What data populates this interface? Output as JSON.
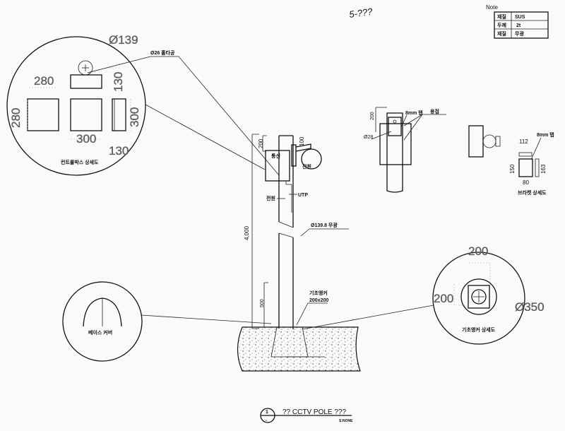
{
  "note": {
    "title": "Note",
    "rows": [
      {
        "key": "재질",
        "value": "SUS"
      },
      {
        "key": "두께",
        "value": "2t"
      },
      {
        "key": "재질",
        "value": "무광"
      }
    ]
  },
  "handwriting": "5-???",
  "control_box_detail": {
    "label": "컨트롤박스 상세도",
    "pipe_dia": "Ø139",
    "hole": "Ø26 홀타공",
    "width_top": "280",
    "height_left": "280",
    "width_front": "300",
    "height_side": "300",
    "depth_top": "130",
    "depth_side": "130"
  },
  "pole": {
    "height": "4,000",
    "top_offset": "200",
    "bracket_offset": "100",
    "comm_label": "통신",
    "power_label_cam": "전원",
    "power_label_box": "전원",
    "utp_label": "UTP",
    "pipe_label": "Ø139.8 무광",
    "embed_depth": "500",
    "anchor_label": "기초앵커",
    "anchor_size": "200x200"
  },
  "bracket_detail": {
    "tap_top": "8mm 탭",
    "weld": "용접",
    "hole_dia": "Ø28",
    "offset": "200",
    "tap": "8mm 탭",
    "w_top": "112",
    "h_left": "150",
    "w_bottom": "80",
    "h_right": "163",
    "label": "브라켓 상세도"
  },
  "base_cover": {
    "label": "베이스 커버"
  },
  "anchor_detail": {
    "label": "기초앵커 상세도",
    "top": "200",
    "left": "200",
    "dia": "Ø350"
  },
  "title_block": {
    "number": "1",
    "sub": "-",
    "title": "?? CCTV POLE ???",
    "scale": "S:NONE"
  }
}
